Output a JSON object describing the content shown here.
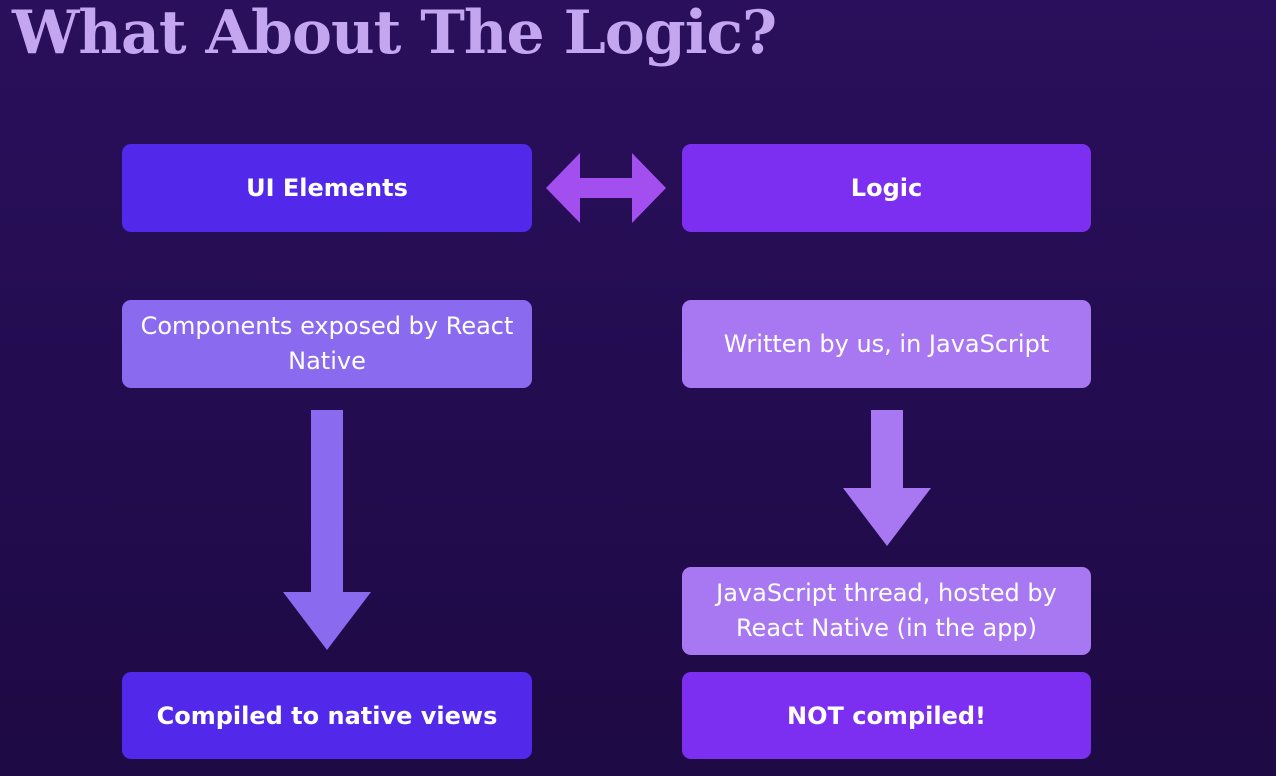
{
  "title": "What About The Logic?",
  "left_column": {
    "header": "UI Elements",
    "description": "Components exposed by React Native",
    "result": "Compiled to native views"
  },
  "right_column": {
    "header": "Logic",
    "description": "Written by us, in JavaScript",
    "runtime": "JavaScript thread, hosted by React Native (in the app)",
    "result": "NOT compiled!"
  },
  "colors": {
    "background": "#230c4f",
    "title": "#c4a6f0",
    "ui_header": "#5228ea",
    "logic_header": "#7c2ff0",
    "ui_description": "#8a6bf0",
    "logic_description": "#a877f2",
    "bidirectional_arrow": "#a34ff0",
    "down_arrow_left": "#8a6bf0",
    "down_arrow_right": "#a877f2"
  },
  "icons": {
    "connector": "double-arrow-icon",
    "left_flow": "down-arrow-icon",
    "right_flow": "down-arrow-icon"
  }
}
